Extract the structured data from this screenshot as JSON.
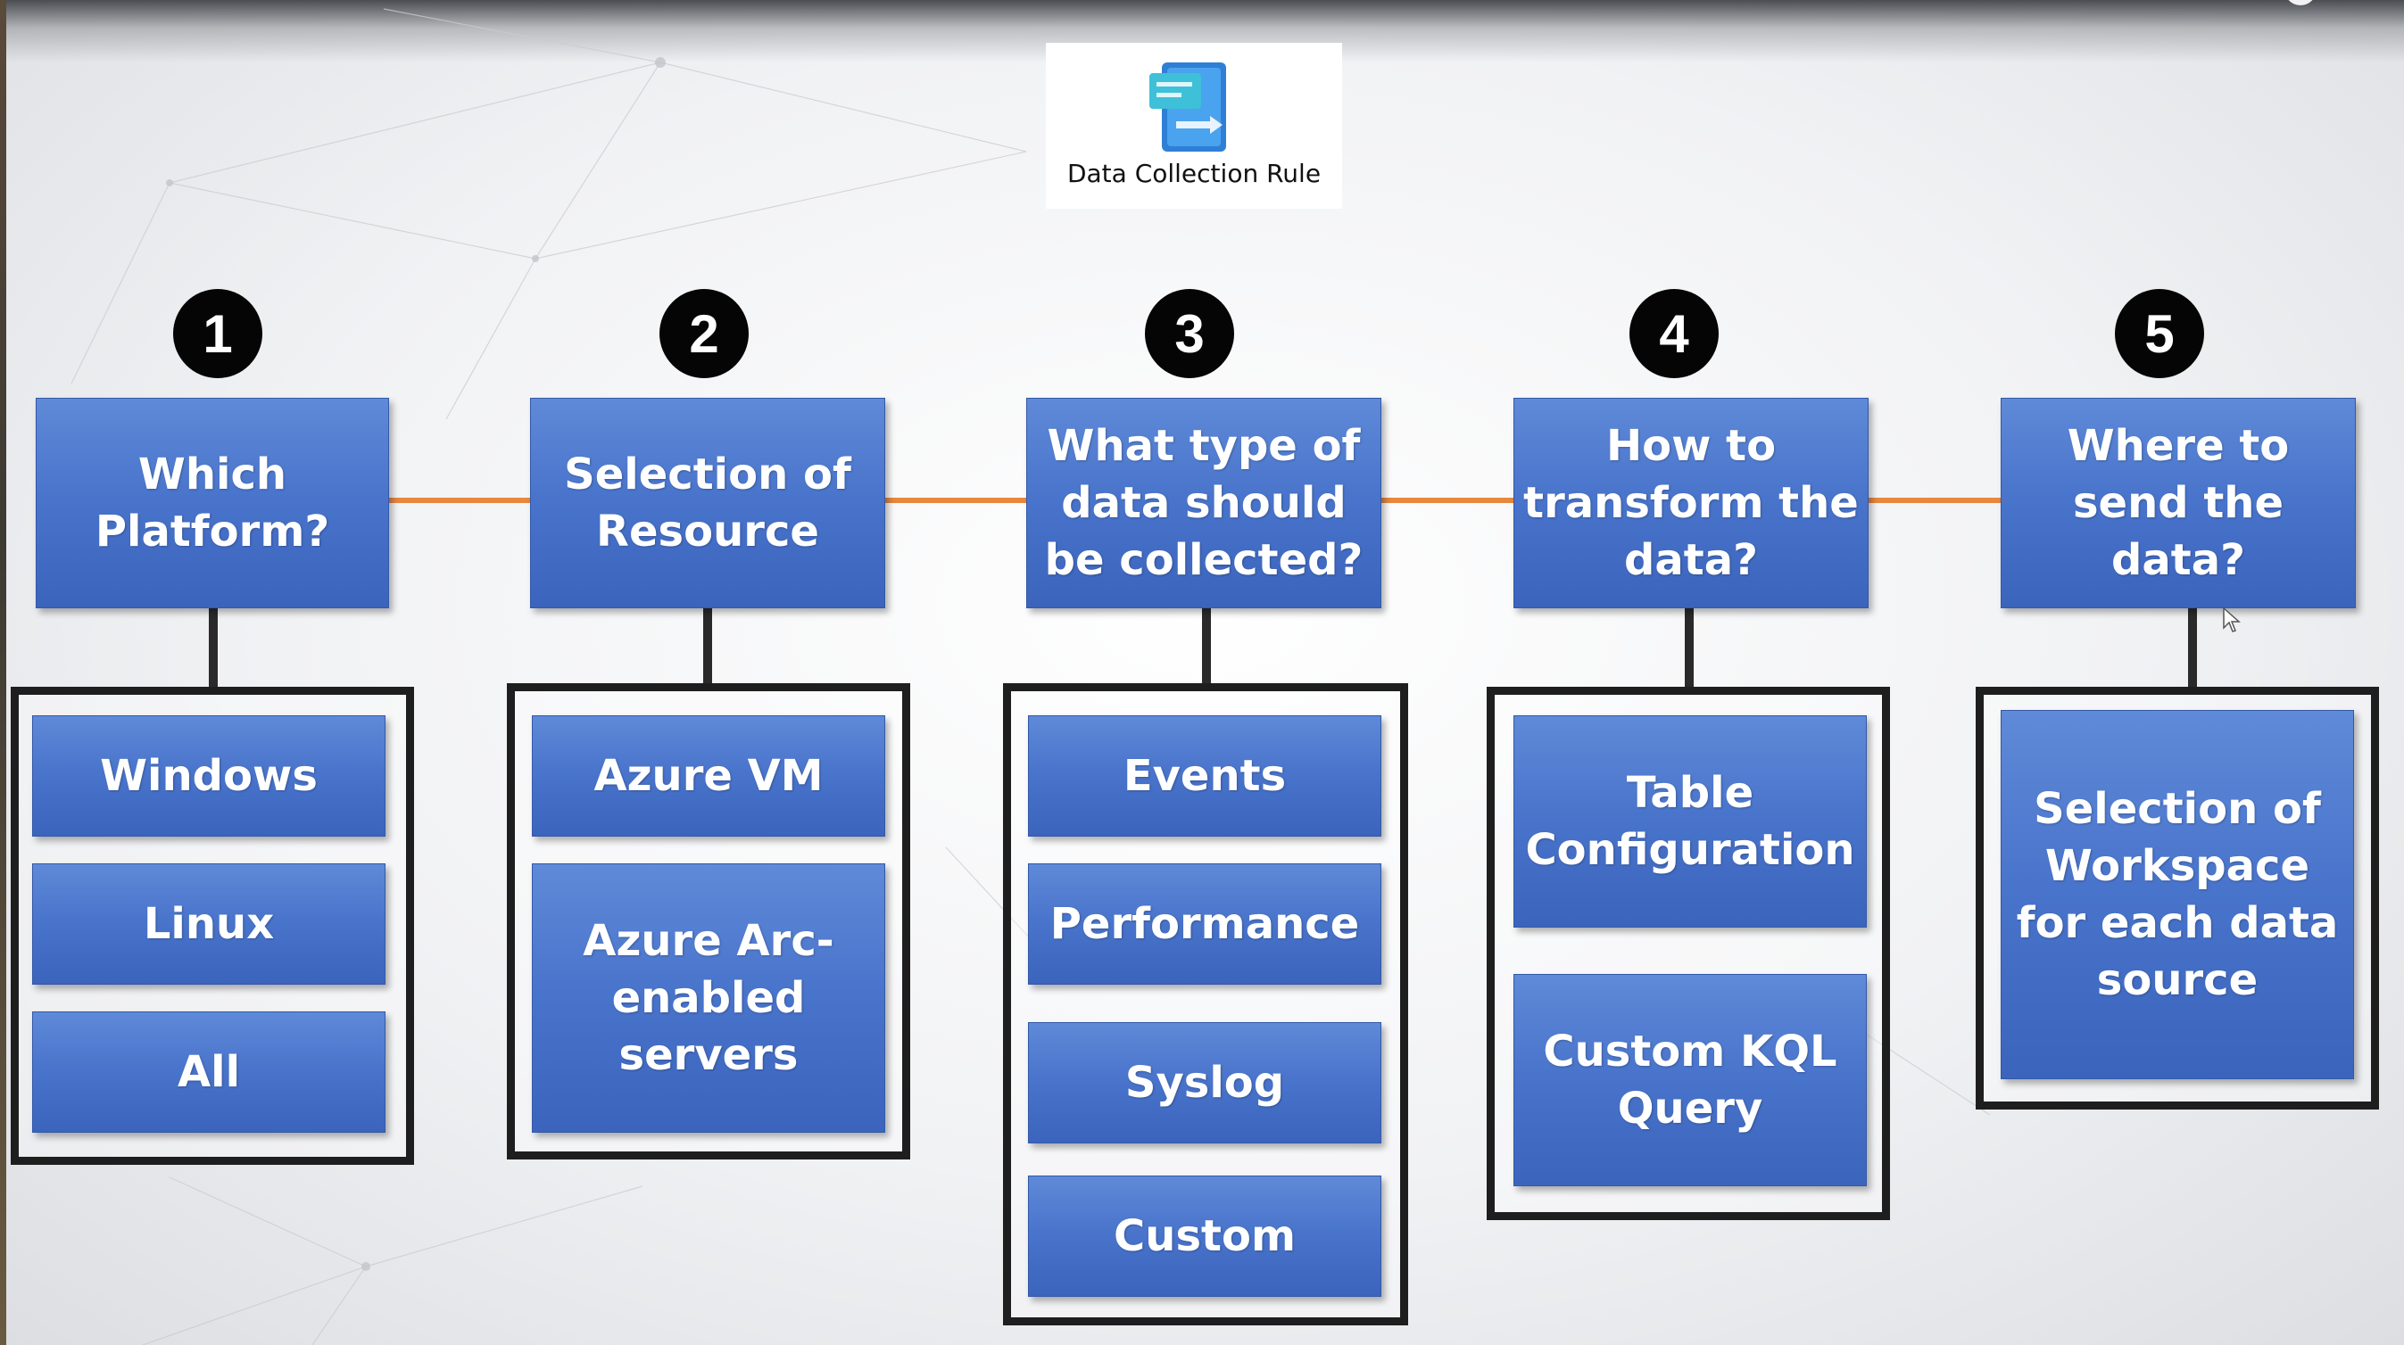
{
  "header": {
    "title": "Data Collection Rule"
  },
  "steps": [
    {
      "number": "1",
      "question": "Which\nPlatform?",
      "options": [
        "Windows",
        "Linux",
        "All"
      ]
    },
    {
      "number": "2",
      "question": "Selection of\nResource",
      "options": [
        "Azure VM",
        "Azure Arc-\nenabled\nservers"
      ]
    },
    {
      "number": "3",
      "question": "What type of\ndata should\nbe collected?",
      "options": [
        "Events",
        "Performance",
        "Syslog",
        "Custom"
      ]
    },
    {
      "number": "4",
      "question": "How to\ntransform the\ndata?",
      "options": [
        "Table\nConfiguration",
        "Custom KQL\nQuery"
      ]
    },
    {
      "number": "5",
      "question": "Where to\nsend the\ndata?",
      "options": [
        "Selection of\nWorkspace\nfor each data\nsource"
      ]
    }
  ],
  "colors": {
    "box_blue": "#4a75cc",
    "connector_orange": "#e8883f",
    "badge_black": "#050505",
    "frame_black": "#1e1e1e"
  }
}
